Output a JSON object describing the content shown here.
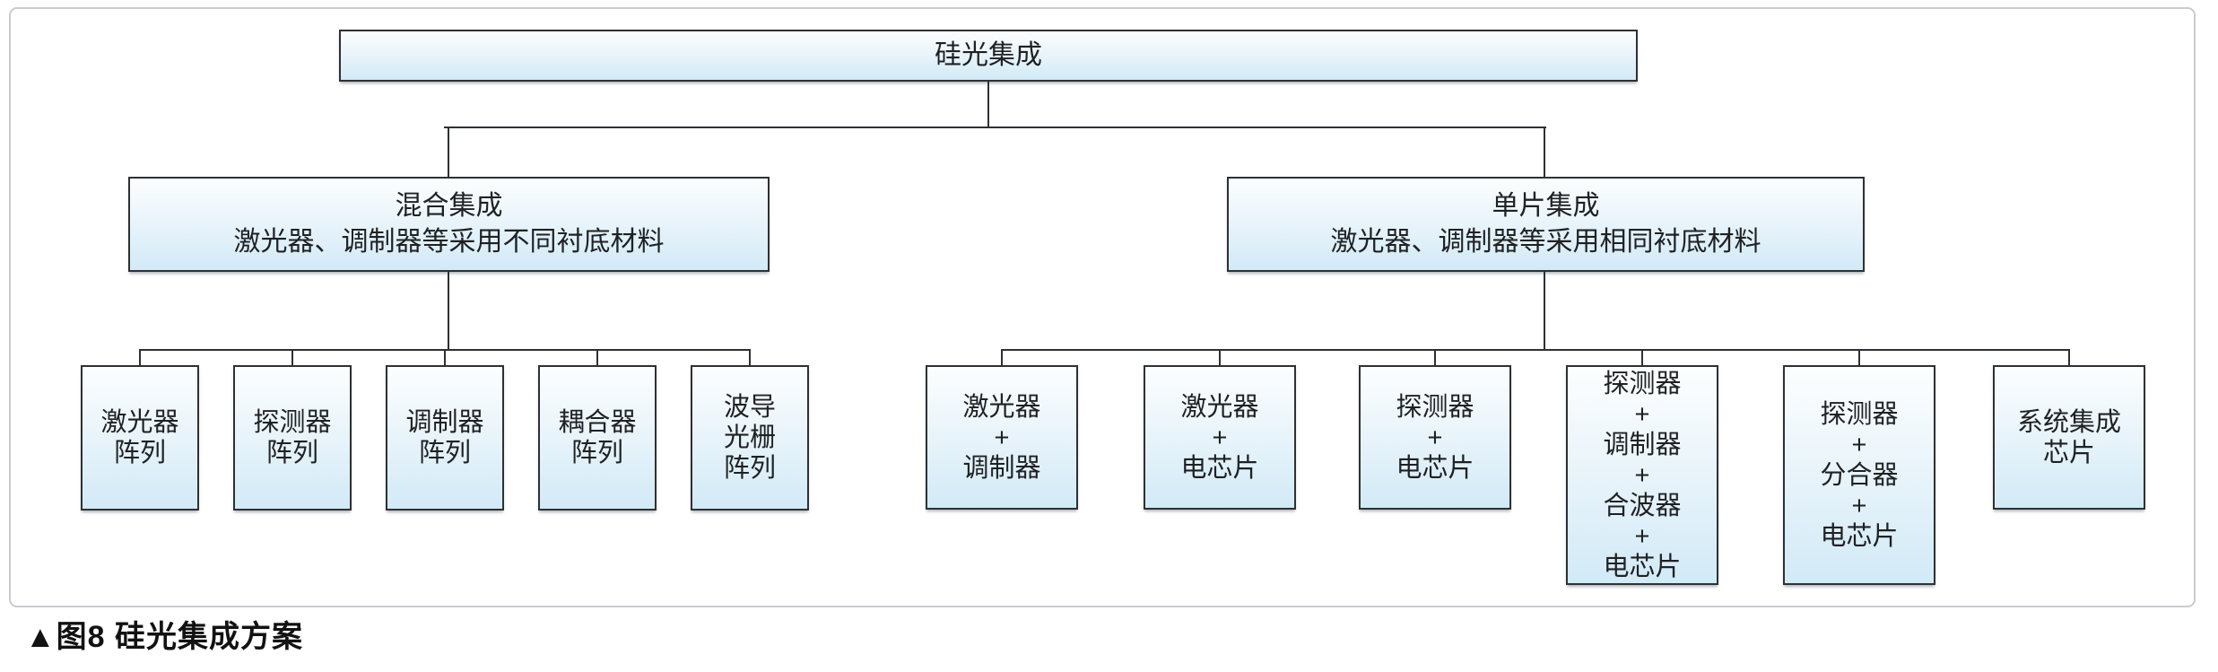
{
  "figure": {
    "caption": "▲图8  硅光集成方案"
  },
  "colors": {
    "box_border": "#2e3133",
    "box_fill_top": "#fcfeff",
    "box_fill_bottom": "#d2eaf7",
    "connector_line": "#2e3133",
    "frame_border": "#c9cccf",
    "text": "#1f2123"
  },
  "tree": {
    "root_label": "硅光集成",
    "branches": [
      {
        "title": "混合集成",
        "subtitle": "激光器、调制器等采用不同衬底材料",
        "children": [
          "激光器\n阵列",
          "探测器\n阵列",
          "调制器\n阵列",
          "耦合器\n阵列",
          "波导\n光栅\n阵列"
        ]
      },
      {
        "title": "单片集成",
        "subtitle": "激光器、调制器等采用相同衬底材料",
        "children": [
          "激光器\n+\n调制器",
          "激光器\n+\n电芯片",
          "探测器\n+\n电芯片",
          "探测器\n+\n调制器\n+\n合波器\n+\n电芯片",
          "探测器\n+\n分合器\n+\n电芯片",
          "系统集成\n芯片"
        ]
      }
    ]
  }
}
